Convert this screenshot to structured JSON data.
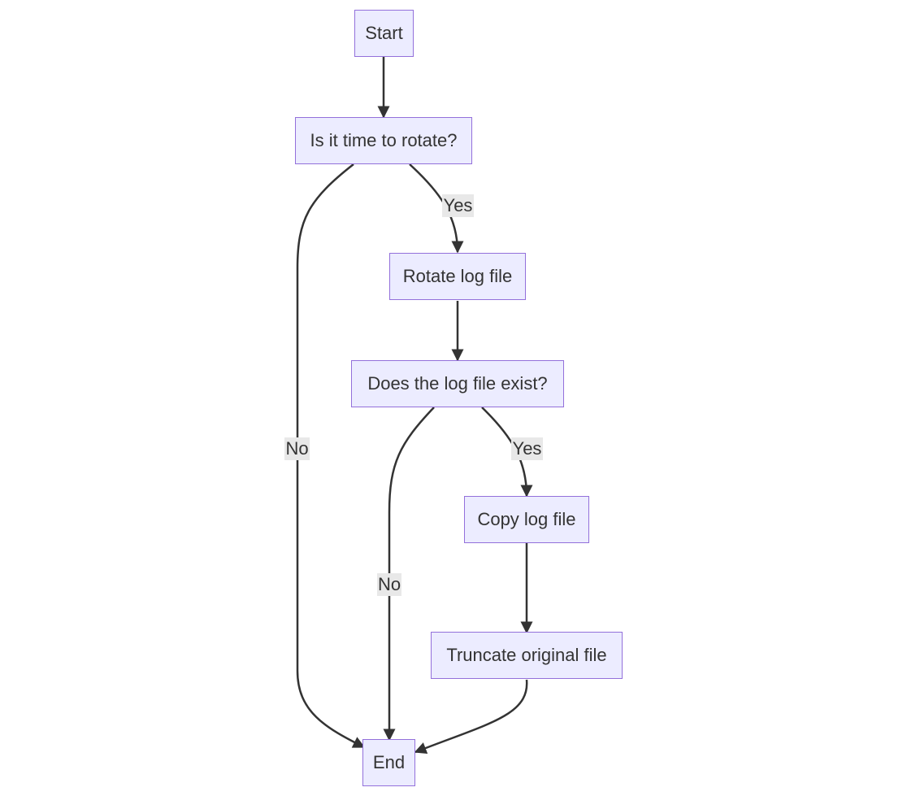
{
  "diagram": {
    "type": "flowchart",
    "colors": {
      "node_fill": "#ECECFF",
      "node_border": "#9370DB",
      "edge": "#333333",
      "text": "#333333",
      "edge_label_bg": "#e8e8e8"
    },
    "nodes": {
      "start": "Start",
      "is_time_to_rotate": "Is it time to rotate?",
      "rotate_log_file": "Rotate log file",
      "log_file_exists": "Does the log file exist?",
      "copy_log_file": "Copy log file",
      "truncate_original": "Truncate original file",
      "end": "End"
    },
    "edges": [
      {
        "from": "start",
        "to": "is_time_to_rotate",
        "label": ""
      },
      {
        "from": "is_time_to_rotate",
        "to": "rotate_log_file",
        "label": "Yes"
      },
      {
        "from": "is_time_to_rotate",
        "to": "end",
        "label": "No"
      },
      {
        "from": "rotate_log_file",
        "to": "log_file_exists",
        "label": ""
      },
      {
        "from": "log_file_exists",
        "to": "copy_log_file",
        "label": "Yes"
      },
      {
        "from": "log_file_exists",
        "to": "end",
        "label": "No"
      },
      {
        "from": "copy_log_file",
        "to": "truncate_original",
        "label": ""
      },
      {
        "from": "truncate_original",
        "to": "end",
        "label": ""
      }
    ],
    "edge_labels": {
      "rotate_yes": "Yes",
      "rotate_no": "No",
      "exists_yes": "Yes",
      "exists_no": "No"
    }
  }
}
